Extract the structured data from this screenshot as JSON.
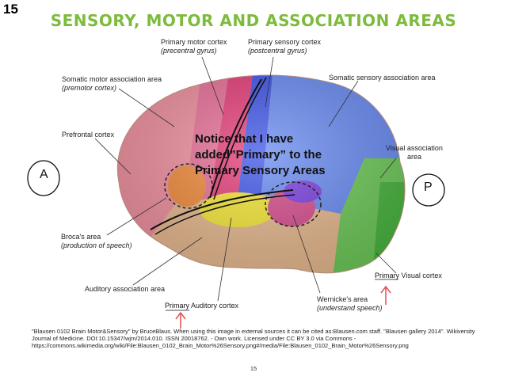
{
  "slide_number": "15",
  "title": "SENSORY, MOTOR AND ASSOCIATION AREAS",
  "labels": {
    "primary_motor": {
      "name": "Primary motor cortex",
      "sub": "(precentral gyrus)"
    },
    "primary_sensory": {
      "name": "Primary sensory cortex",
      "sub": "(postcentral gyrus)"
    },
    "somatic_motor_assoc": {
      "name": "Somatic motor association area",
      "sub": "(premotor cortex)"
    },
    "somatic_sensory_assoc": {
      "name": "Somatic sensory association area"
    },
    "prefrontal": {
      "name": "Prefrontal cortex"
    },
    "visual_assoc": {
      "name": "Visual association area"
    },
    "broca": {
      "name": "Broca's area",
      "sub": "(production of speech)"
    },
    "auditory_assoc": {
      "name": "Auditory association area"
    },
    "wernicke": {
      "name": "Wernicke's area",
      "sub": "(understand speech)"
    },
    "auditory_cortex": {
      "prefix": "Primary",
      "name": "Auditory cortex"
    },
    "visual_cortex": {
      "prefix": "Primary",
      "name": "Visual cortex"
    }
  },
  "annotations": {
    "note": "Notice that I have added”Primary” to the Primary Sensory Areas",
    "circle_left": "A",
    "circle_right": "P"
  },
  "credit": "\"Blausen 0102 Brain Motor&Sensory\" by BruceBlaus. When using this image in external sources it can be cited as:Blausen.com staff. \"Blausen gallery 2014\". Wikiversity Journal of Medicine. DOI:10.15347/wjm/2014.010. ISSN 20018762. - Own work. Licensed under CC BY 3.0 via Commons - https://commons.wikimedia.org/wiki/File:Blausen_0102_Brain_Motor%26Sensory.png#/media/File:Blausen_0102_Brain_Motor%26Sensory.png",
  "page_number": "15",
  "colors": {
    "title": "#7dbb3c",
    "prefrontal": "#ee8f9e",
    "premotor": "#e86f98",
    "motor": "#e53d78",
    "sensory": "#3f55e8",
    "sensory_assoc": "#6a8cf2",
    "visual_assoc": "#6ec95a",
    "visual": "#4ab540",
    "temporal": "#e6b88e",
    "auditory": "#f4e636",
    "wernicke": "#d64d8e",
    "broca": "#f08a3a",
    "arrow": "#e05050"
  }
}
